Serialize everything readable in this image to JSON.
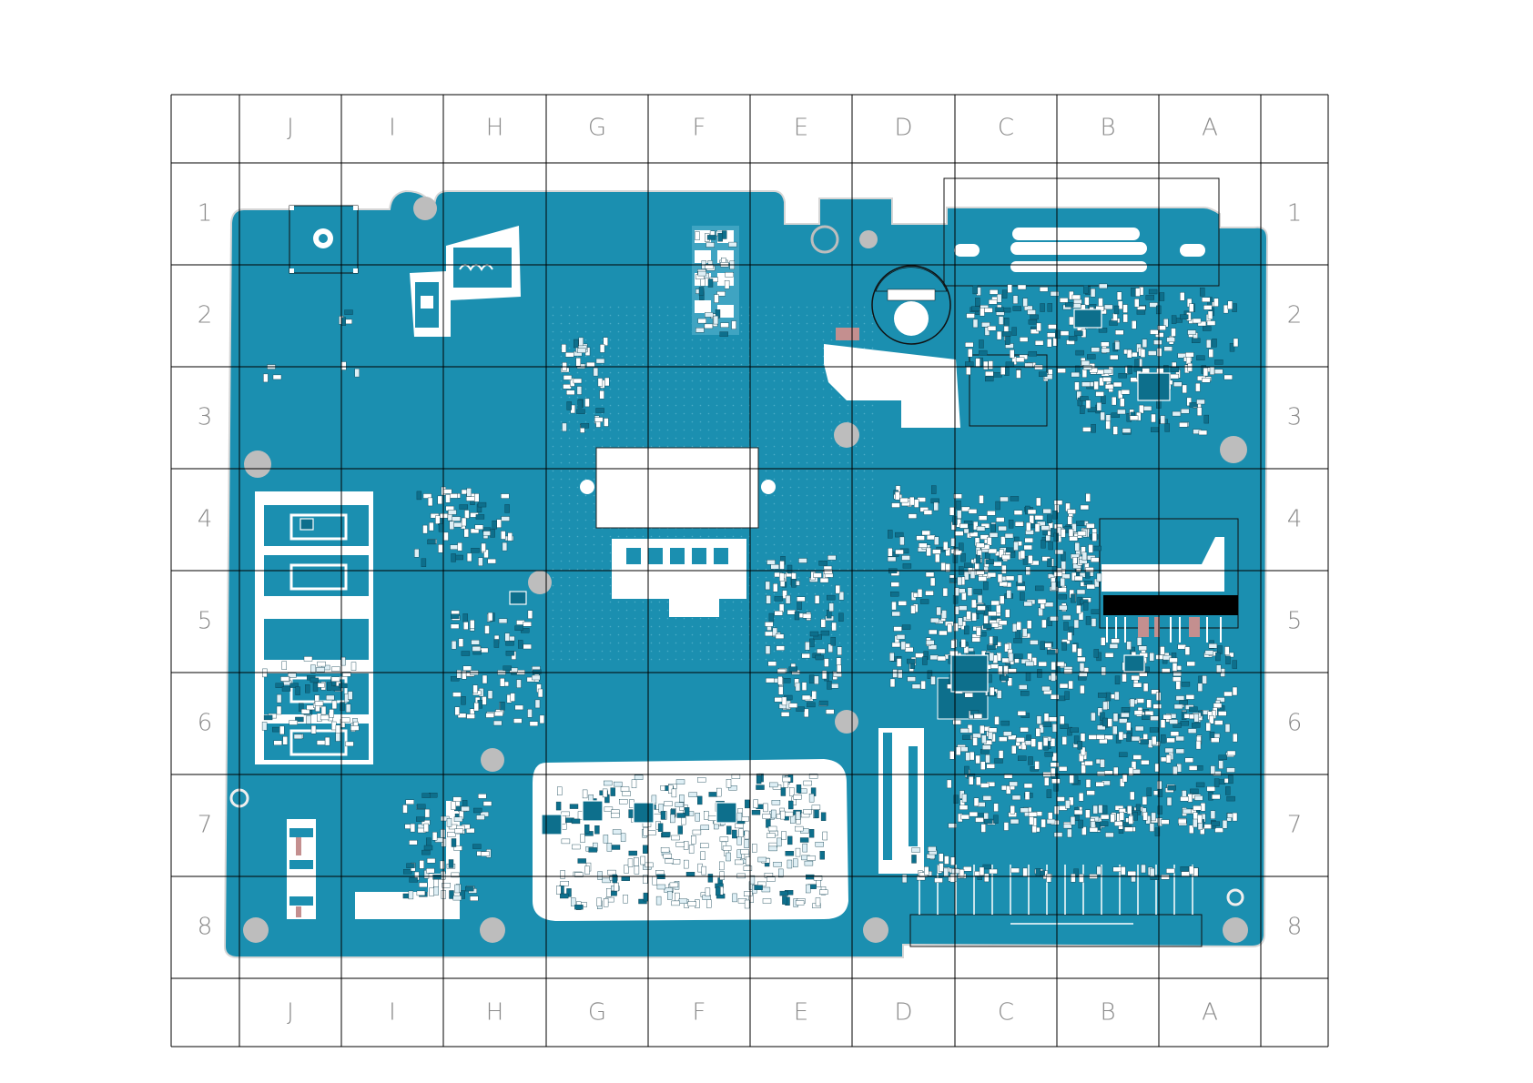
{
  "grid": {
    "columns": [
      "J",
      "I",
      "H",
      "G",
      "F",
      "E",
      "D",
      "C",
      "B",
      "A"
    ],
    "rows": [
      "1",
      "2",
      "3",
      "4",
      "5",
      "6",
      "7",
      "8"
    ]
  },
  "colors": {
    "board": "#1b8fb0",
    "board_dark": "#0d6f8c",
    "pad": "#ffffff",
    "hole": "#bdbdbd",
    "silkscreen": "#111111",
    "grid_line": "#000000"
  }
}
